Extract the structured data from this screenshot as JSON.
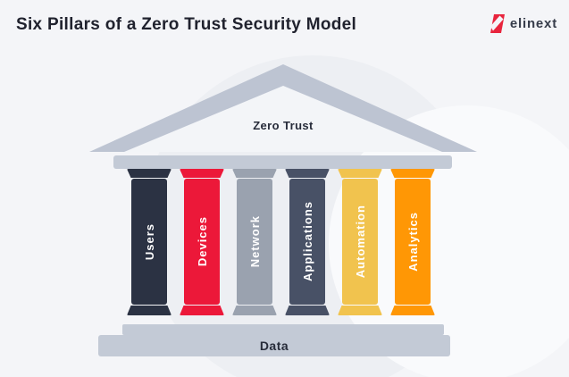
{
  "header": {
    "title": "Six Pillars of a Zero Trust Security Model",
    "logo": {
      "text": "elinext"
    }
  },
  "diagram": {
    "pediment_label": "Zero Trust",
    "base_label": "Data",
    "pillars": [
      {
        "label": "Users",
        "color": "#2b3243"
      },
      {
        "label": "Devices",
        "color": "#ec1839"
      },
      {
        "label": "Network",
        "color": "#9aa2af"
      },
      {
        "label": "Applications",
        "color": "#485166"
      },
      {
        "label": "Automation",
        "color": "#f1c34e"
      },
      {
        "label": "Analytics",
        "color": "#ff9705"
      }
    ],
    "colors": {
      "structure_gray": "#c3cad6",
      "pediment_gray": "#bdc4d2",
      "background": "#f4f5f8",
      "pillar_label_text": "#ffffff",
      "dark_text": "#272c3a",
      "brand_red": "#e8243d"
    }
  }
}
